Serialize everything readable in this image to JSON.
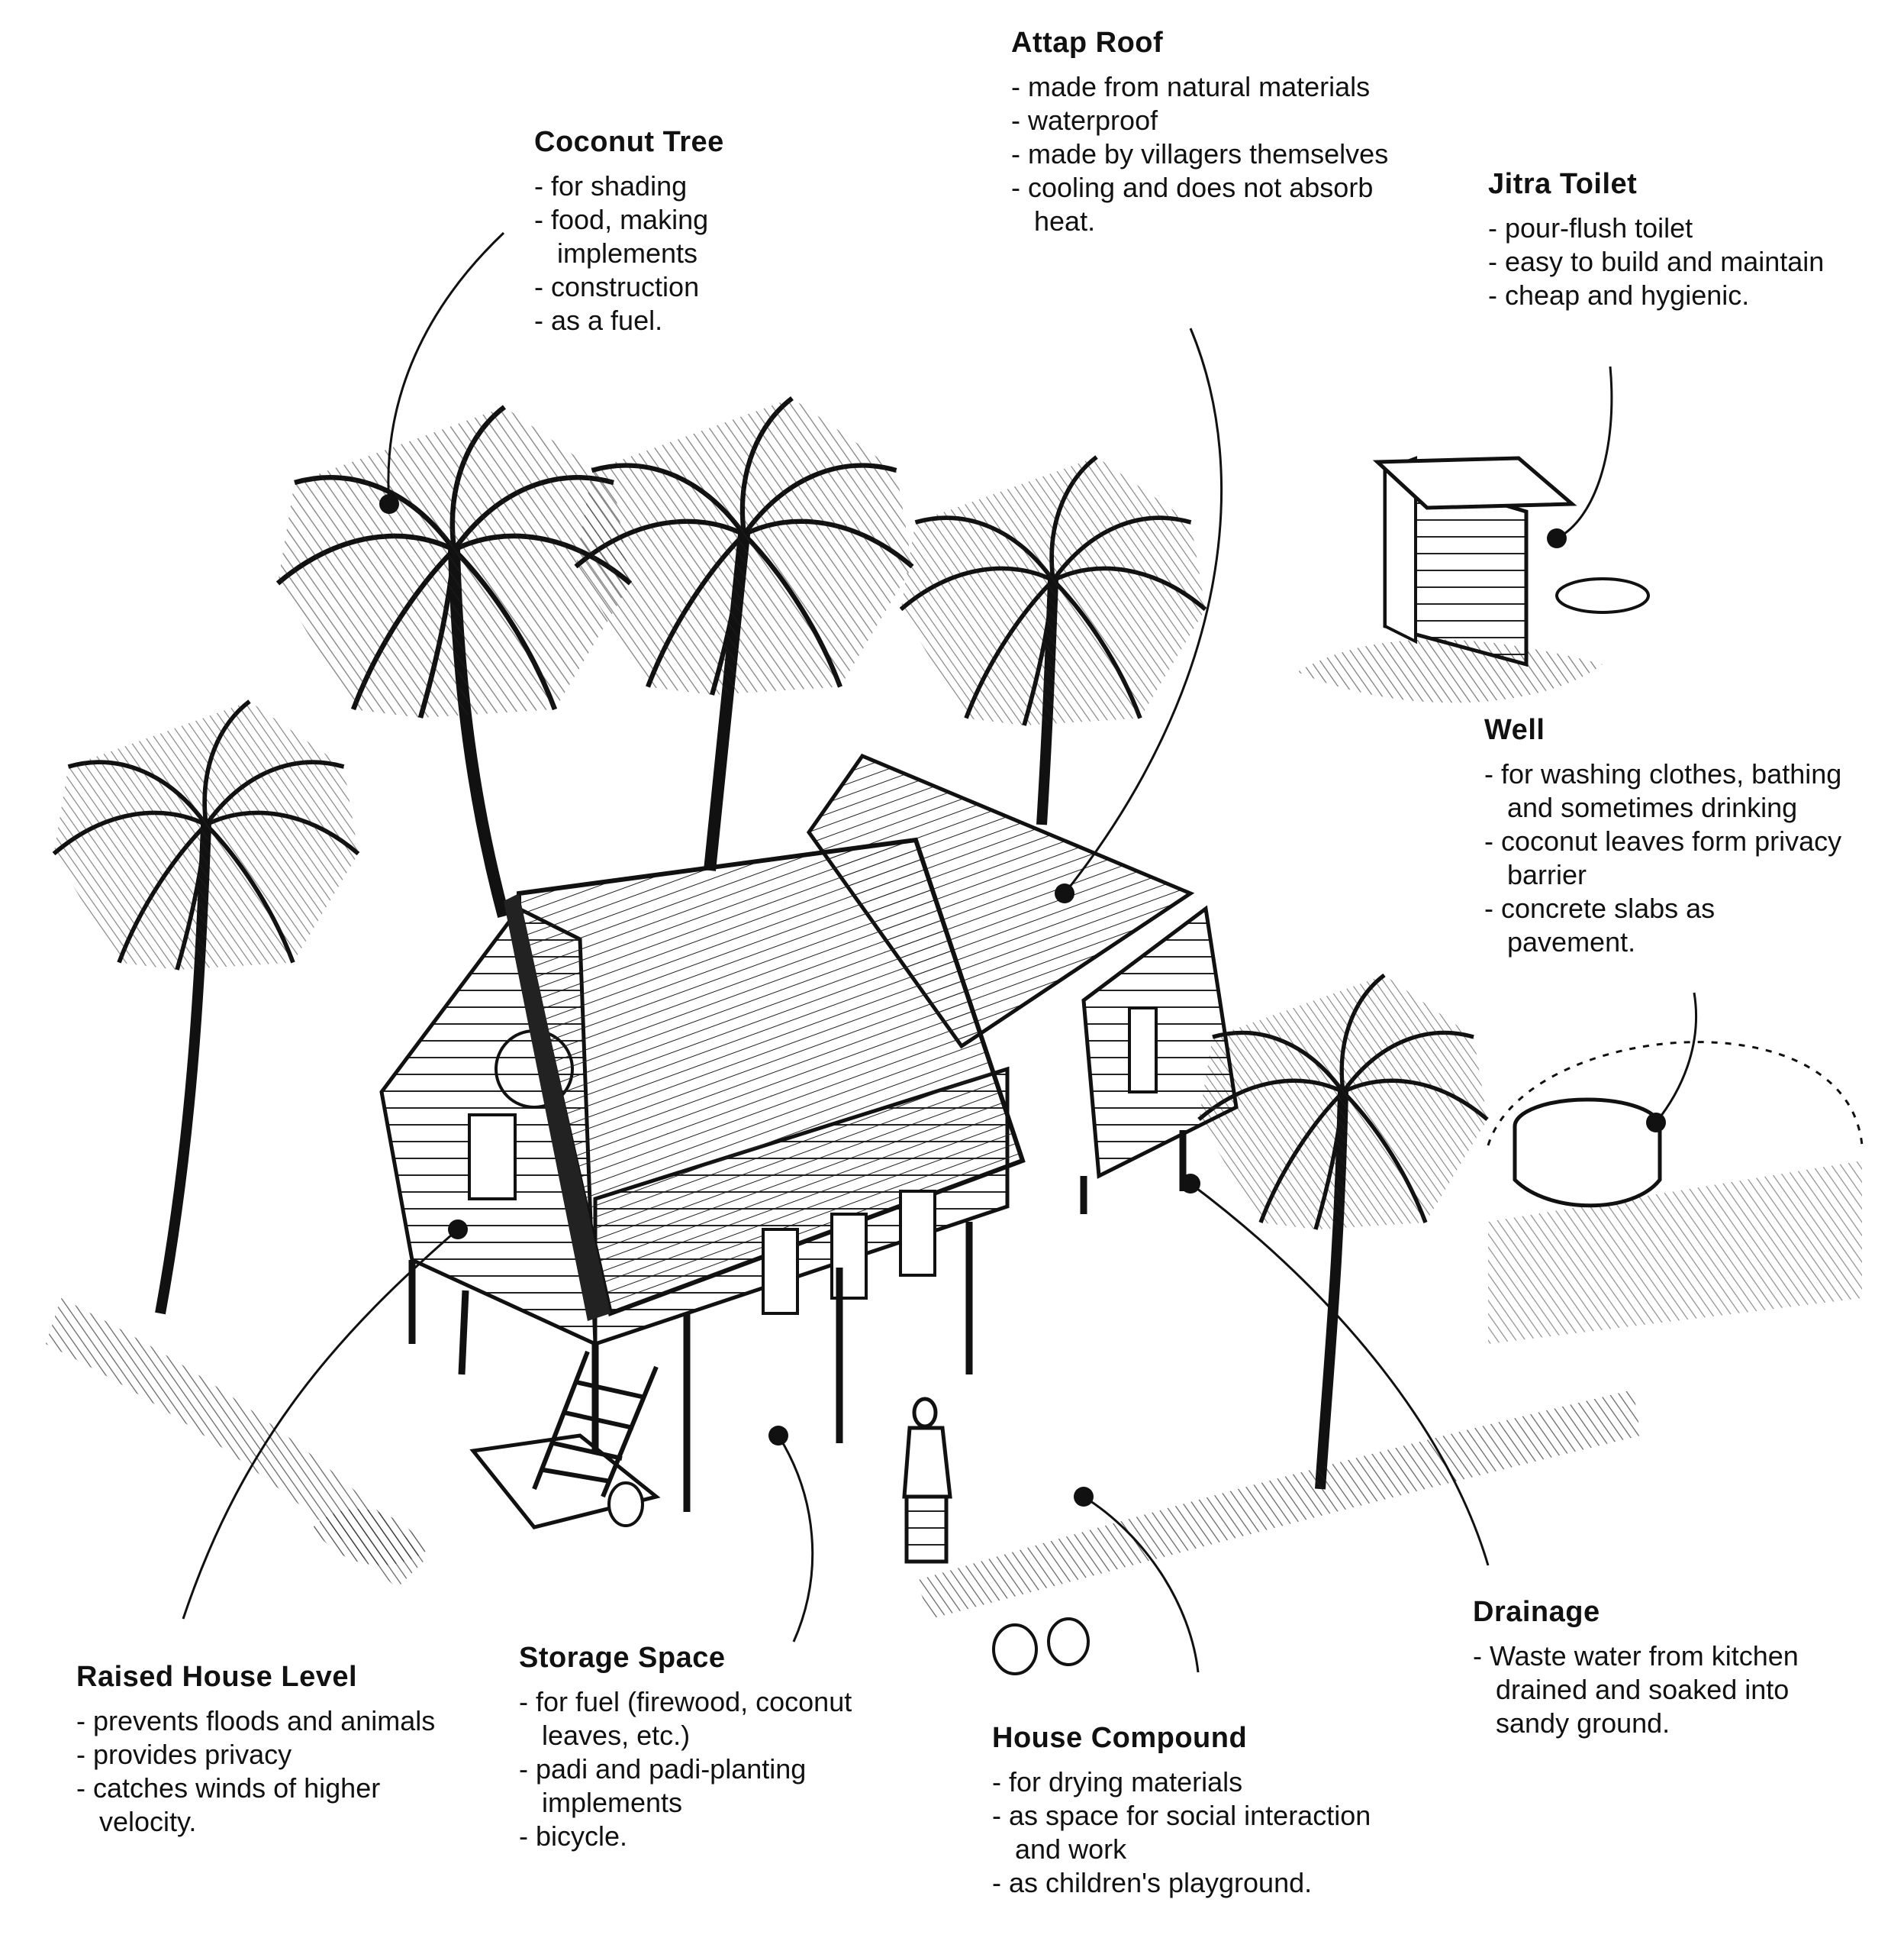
{
  "callouts": {
    "attap_roof": {
      "title": "Attap Roof",
      "items": [
        "made from natural materials",
        "waterproof",
        "made by villagers themselves",
        "cooling and does not absorb heat."
      ]
    },
    "coconut_tree": {
      "title": "Coconut Tree",
      "items": [
        "for shading",
        "food, making implements",
        "construction",
        "as a fuel."
      ]
    },
    "jitra_toilet": {
      "title": "Jitra Toilet",
      "items": [
        "pour-flush toilet",
        "easy to build and maintain",
        "cheap and hygienic."
      ]
    },
    "well": {
      "title": "Well",
      "items": [
        "for washing clothes, bathing and sometimes drinking",
        "coconut leaves form privacy barrier",
        "concrete slabs as pavement."
      ]
    },
    "drainage": {
      "title": "Drainage",
      "text": "Waste water from kitchen drained and soaked into sandy ground."
    },
    "raised_house_level": {
      "title": "Raised House Level",
      "items": [
        "prevents floods and animals",
        "provides privacy",
        "catches winds of higher velocity."
      ]
    },
    "storage_space": {
      "title": "Storage Space",
      "items": [
        "for fuel (firewood, coconut leaves, etc.)",
        "padi and padi-planting implements",
        "bicycle."
      ]
    },
    "house_compound": {
      "title": "House Compound",
      "items": [
        "for drying materials",
        "as space for social interaction and work",
        "as children's playground."
      ]
    }
  },
  "colors": {
    "ink": "#111111",
    "paper": "#ffffff"
  }
}
